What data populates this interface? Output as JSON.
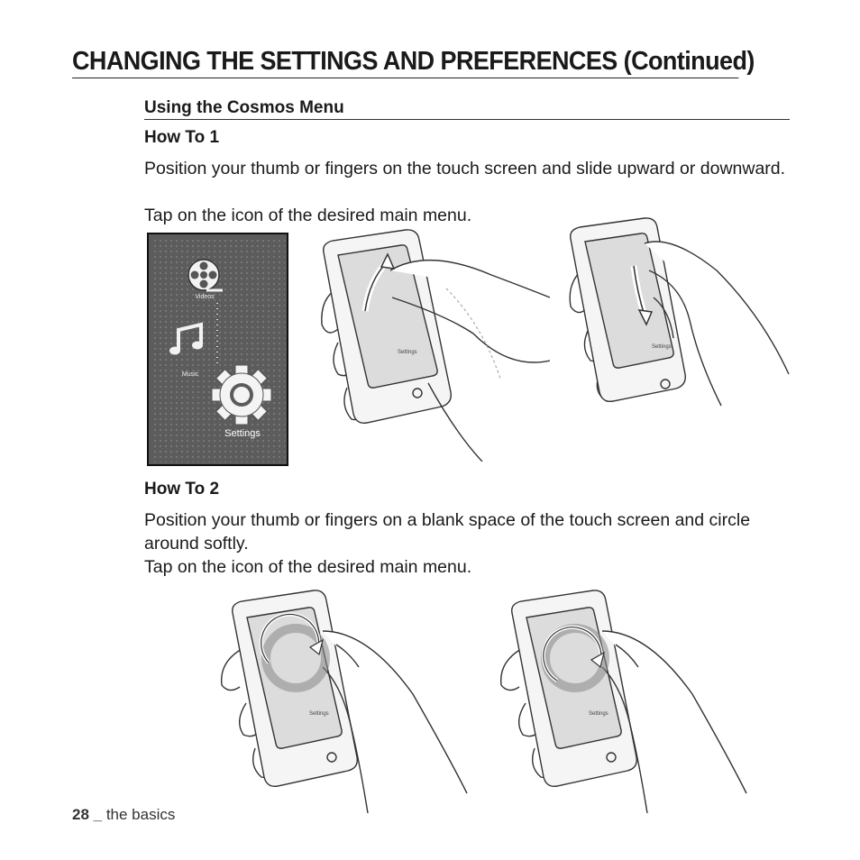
{
  "page": {
    "title": "CHANGING THE SETTINGS AND PREFERENCES (Continued)"
  },
  "section": {
    "heading": "Using the Cosmos Menu"
  },
  "how_to_1": {
    "heading": "How To 1",
    "line1": "Position your thumb or fingers on the touch screen and slide upward or downward.",
    "line2": "Tap on the icon of the desired main menu."
  },
  "how_to_2": {
    "heading": "How To 2",
    "line1": "Position your thumb or fingers on a blank space of the touch screen and circle around softly.",
    "line2": "Tap on the icon of the desired main menu."
  },
  "screen": {
    "videos_label": "Videos",
    "music_label": "Music",
    "settings_label": "Settings"
  },
  "footer": {
    "page_number": "28",
    "separator": " _ ",
    "chapter": "the basics"
  }
}
